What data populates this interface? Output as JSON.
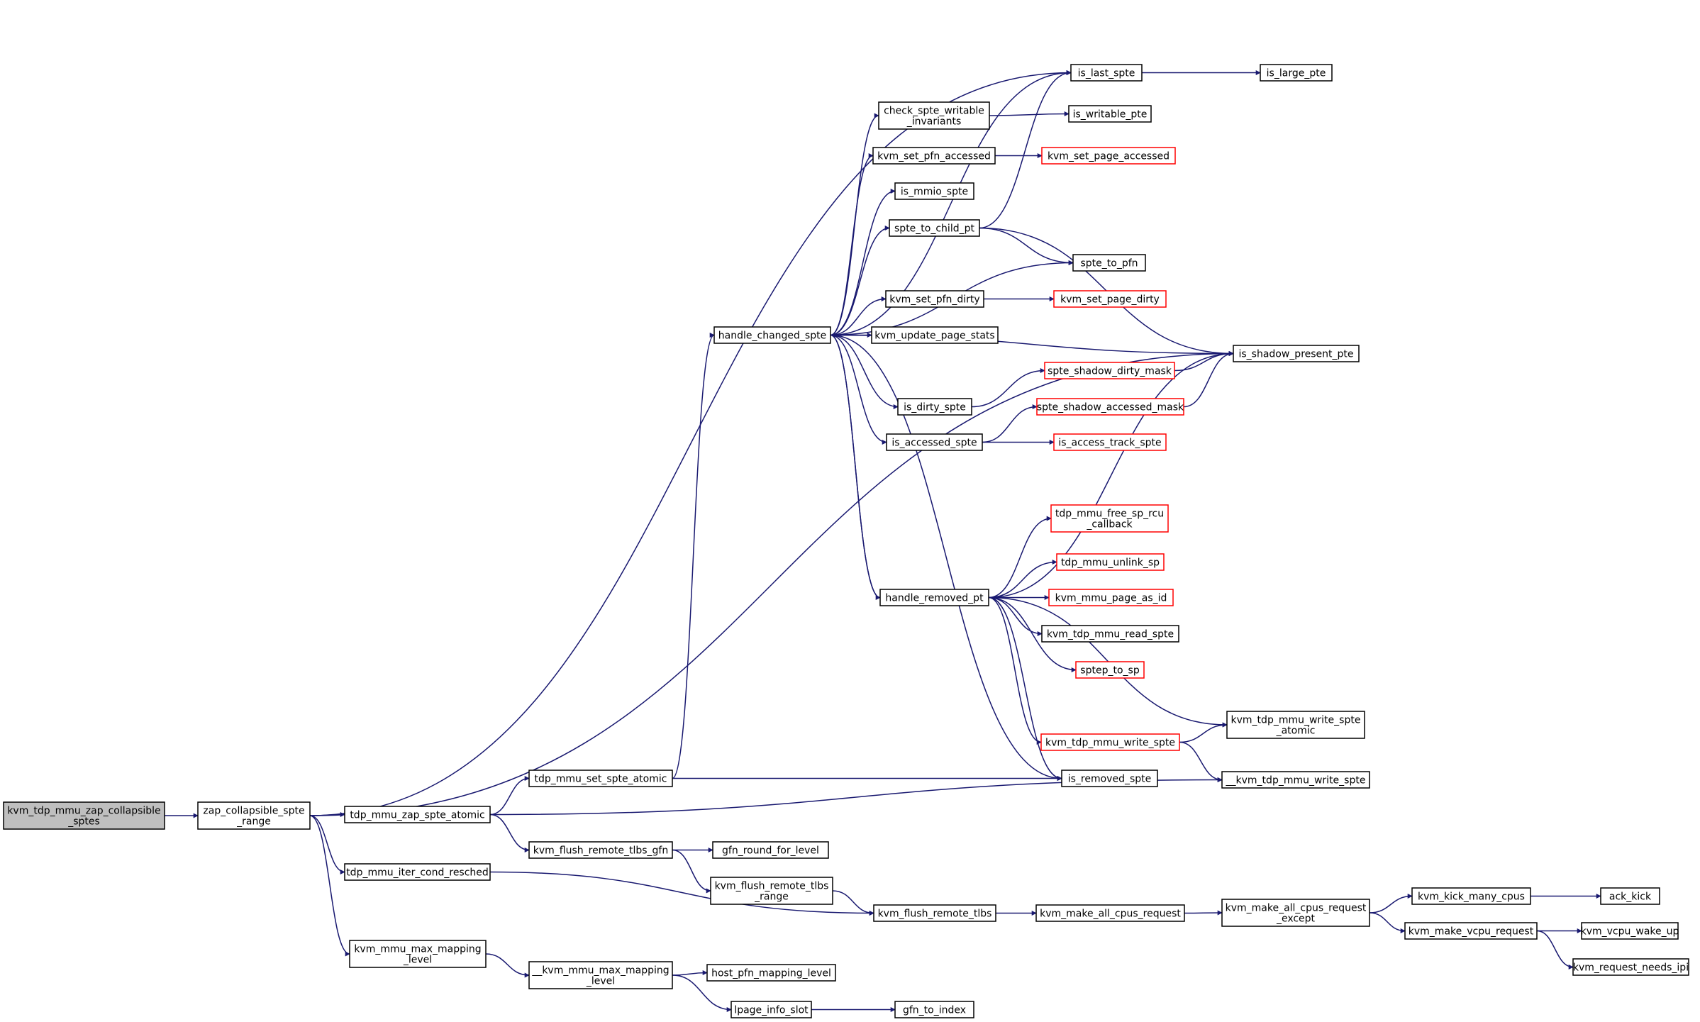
{
  "colors": {
    "edge": "#191970",
    "root_fill": "#bfbfbf",
    "truncated_border": "#ff0000",
    "normal_border": "#000000"
  },
  "nodes": {
    "root": {
      "lines": [
        "kvm_tdp_mmu_zap_collapsible",
        "_sptes"
      ],
      "style": "root"
    },
    "zap_range": {
      "lines": [
        "zap_collapsible_spte",
        "_range"
      ],
      "style": "normal"
    },
    "zap_atomic": {
      "lines": [
        "tdp_mmu_zap_spte_atomic"
      ],
      "style": "normal"
    },
    "iter_cond": {
      "lines": [
        "tdp_mmu_iter_cond_resched"
      ],
      "style": "normal"
    },
    "max_map": {
      "lines": [
        "kvm_mmu_max_mapping",
        "_level"
      ],
      "style": "normal"
    },
    "set_atomic": {
      "lines": [
        "tdp_mmu_set_spte_atomic"
      ],
      "style": "normal"
    },
    "flush_gfn": {
      "lines": [
        "kvm_flush_remote_tlbs_gfn"
      ],
      "style": "normal"
    },
    "__max_map": {
      "lines": [
        "__kvm_mmu_max_mapping",
        "_level"
      ],
      "style": "normal"
    },
    "handle_changed": {
      "lines": [
        "handle_changed_spte"
      ],
      "style": "normal"
    },
    "gfn_round": {
      "lines": [
        "gfn_round_for_level"
      ],
      "style": "normal"
    },
    "flush_range": {
      "lines": [
        "kvm_flush_remote_tlbs",
        "_range"
      ],
      "style": "normal"
    },
    "host_pfn": {
      "lines": [
        "host_pfn_mapping_level"
      ],
      "style": "normal"
    },
    "lpage": {
      "lines": [
        "lpage_info_slot"
      ],
      "style": "normal"
    },
    "check_writable": {
      "lines": [
        "check_spte_writable",
        "_invariants"
      ],
      "style": "normal"
    },
    "set_pfn_acc": {
      "lines": [
        "kvm_set_pfn_accessed"
      ],
      "style": "normal"
    },
    "is_mmio": {
      "lines": [
        "is_mmio_spte"
      ],
      "style": "normal"
    },
    "to_child": {
      "lines": [
        "spte_to_child_pt"
      ],
      "style": "normal"
    },
    "set_pfn_dirty": {
      "lines": [
        "kvm_set_pfn_dirty"
      ],
      "style": "normal"
    },
    "update_stats": {
      "lines": [
        "kvm_update_page_stats"
      ],
      "style": "normal"
    },
    "is_dirty": {
      "lines": [
        "is_dirty_spte"
      ],
      "style": "normal"
    },
    "is_accessed": {
      "lines": [
        "is_accessed_spte"
      ],
      "style": "normal"
    },
    "handle_removed": {
      "lines": [
        "handle_removed_pt"
      ],
      "style": "normal"
    },
    "flush_tlbs": {
      "lines": [
        "kvm_flush_remote_tlbs"
      ],
      "style": "normal"
    },
    "gfn_to_index": {
      "lines": [
        "gfn_to_index"
      ],
      "style": "normal"
    },
    "is_last": {
      "lines": [
        "is_last_spte"
      ],
      "style": "normal"
    },
    "is_writable": {
      "lines": [
        "is_writable_pte"
      ],
      "style": "normal"
    },
    "set_page_acc": {
      "lines": [
        "kvm_set_page_accessed"
      ],
      "style": "red"
    },
    "to_pfn": {
      "lines": [
        "spte_to_pfn"
      ],
      "style": "normal"
    },
    "set_page_dirty": {
      "lines": [
        "kvm_set_page_dirty"
      ],
      "style": "red"
    },
    "dirty_mask": {
      "lines": [
        "spte_shadow_dirty_mask"
      ],
      "style": "red"
    },
    "acc_mask": {
      "lines": [
        "spte_shadow_accessed_mask"
      ],
      "style": "red"
    },
    "access_track": {
      "lines": [
        "is_access_track_spte"
      ],
      "style": "red"
    },
    "free_sp": {
      "lines": [
        "tdp_mmu_free_sp_rcu",
        "_callback"
      ],
      "style": "red"
    },
    "unlink": {
      "lines": [
        "tdp_mmu_unlink_sp"
      ],
      "style": "red"
    },
    "as_id": {
      "lines": [
        "kvm_mmu_page_as_id"
      ],
      "style": "red"
    },
    "read_spte": {
      "lines": [
        "kvm_tdp_mmu_read_spte"
      ],
      "style": "normal"
    },
    "sptep_sp": {
      "lines": [
        "sptep_to_sp"
      ],
      "style": "red"
    },
    "write_spte": {
      "lines": [
        "kvm_tdp_mmu_write_spte"
      ],
      "style": "red"
    },
    "is_removed": {
      "lines": [
        "is_removed_spte"
      ],
      "style": "normal"
    },
    "all_cpus": {
      "lines": [
        "kvm_make_all_cpus_request"
      ],
      "style": "normal"
    },
    "is_large": {
      "lines": [
        "is_large_pte"
      ],
      "style": "normal"
    },
    "shadow_present": {
      "lines": [
        "is_shadow_present_pte"
      ],
      "style": "normal"
    },
    "write_atomic": {
      "lines": [
        "kvm_tdp_mmu_write_spte",
        "_atomic"
      ],
      "style": "normal"
    },
    "__write_spte": {
      "lines": [
        "__kvm_tdp_mmu_write_spte"
      ],
      "style": "normal"
    },
    "all_except": {
      "lines": [
        "kvm_make_all_cpus_request",
        "_except"
      ],
      "style": "normal"
    },
    "kick_many": {
      "lines": [
        "kvm_kick_many_cpus"
      ],
      "style": "normal"
    },
    "vcpu_req": {
      "lines": [
        "kvm_make_vcpu_request"
      ],
      "style": "normal"
    },
    "ack_kick": {
      "lines": [
        "ack_kick"
      ],
      "style": "normal"
    },
    "wake_up": {
      "lines": [
        "kvm_vcpu_wake_up"
      ],
      "style": "normal"
    },
    "needs_ipi": {
      "lines": [
        "kvm_request_needs_ipi"
      ],
      "style": "normal"
    }
  },
  "edges": [
    [
      "root",
      "zap_range"
    ],
    [
      "zap_range",
      "is_last"
    ],
    [
      "zap_range",
      "shadow_present"
    ],
    [
      "zap_range",
      "zap_atomic"
    ],
    [
      "zap_range",
      "iter_cond"
    ],
    [
      "zap_range",
      "max_map"
    ],
    [
      "zap_atomic",
      "set_atomic"
    ],
    [
      "zap_atomic",
      "__write_spte"
    ],
    [
      "zap_atomic",
      "flush_gfn"
    ],
    [
      "set_atomic",
      "handle_changed"
    ],
    [
      "set_atomic",
      "is_removed"
    ],
    [
      "iter_cond",
      "flush_tlbs"
    ],
    [
      "max_map",
      "__max_map"
    ],
    [
      "__max_map",
      "host_pfn"
    ],
    [
      "__max_map",
      "lpage"
    ],
    [
      "lpage",
      "gfn_to_index"
    ],
    [
      "flush_gfn",
      "gfn_round"
    ],
    [
      "flush_gfn",
      "flush_range"
    ],
    [
      "flush_range",
      "flush_tlbs"
    ],
    [
      "flush_tlbs",
      "all_cpus"
    ],
    [
      "all_cpus",
      "all_except"
    ],
    [
      "all_except",
      "kick_many"
    ],
    [
      "all_except",
      "vcpu_req"
    ],
    [
      "kick_many",
      "ack_kick"
    ],
    [
      "vcpu_req",
      "wake_up"
    ],
    [
      "vcpu_req",
      "needs_ipi"
    ],
    [
      "handle_changed",
      "is_last"
    ],
    [
      "handle_changed",
      "check_writable"
    ],
    [
      "handle_changed",
      "set_pfn_acc"
    ],
    [
      "handle_changed",
      "is_mmio"
    ],
    [
      "handle_changed",
      "to_child"
    ],
    [
      "handle_changed",
      "to_pfn"
    ],
    [
      "handle_changed",
      "set_pfn_dirty"
    ],
    [
      "handle_changed",
      "update_stats"
    ],
    [
      "handle_changed",
      "shadow_present"
    ],
    [
      "handle_changed",
      "is_dirty"
    ],
    [
      "handle_changed",
      "is_accessed"
    ],
    [
      "handle_changed",
      "handle_removed"
    ],
    [
      "handle_changed",
      "is_removed"
    ],
    [
      "handle_removed",
      "handle_changed"
    ],
    [
      "check_writable",
      "is_writable"
    ],
    [
      "set_pfn_acc",
      "set_page_acc"
    ],
    [
      "to_child",
      "is_last"
    ],
    [
      "to_child",
      "to_pfn"
    ],
    [
      "to_child",
      "shadow_present"
    ],
    [
      "set_pfn_dirty",
      "set_page_dirty"
    ],
    [
      "is_last",
      "is_large"
    ],
    [
      "is_dirty",
      "dirty_mask"
    ],
    [
      "is_accessed",
      "acc_mask"
    ],
    [
      "is_accessed",
      "access_track"
    ],
    [
      "dirty_mask",
      "shadow_present"
    ],
    [
      "acc_mask",
      "shadow_present"
    ],
    [
      "handle_removed",
      "shadow_present"
    ],
    [
      "handle_removed",
      "free_sp"
    ],
    [
      "handle_removed",
      "unlink"
    ],
    [
      "handle_removed",
      "as_id"
    ],
    [
      "handle_removed",
      "read_spte"
    ],
    [
      "handle_removed",
      "sptep_sp"
    ],
    [
      "handle_removed",
      "write_atomic"
    ],
    [
      "handle_removed",
      "write_spte"
    ],
    [
      "handle_removed",
      "is_removed"
    ],
    [
      "write_spte",
      "write_atomic"
    ],
    [
      "write_spte",
      "__write_spte"
    ]
  ]
}
